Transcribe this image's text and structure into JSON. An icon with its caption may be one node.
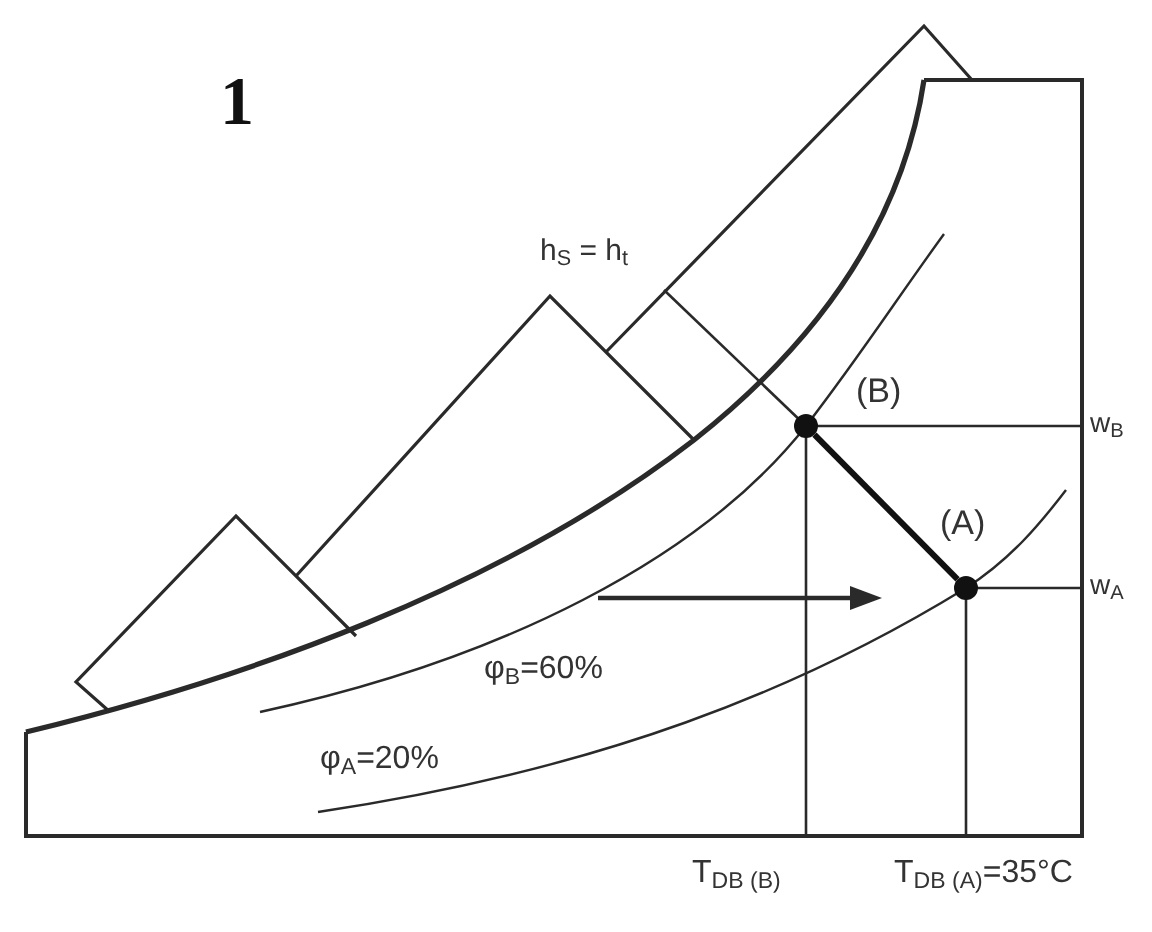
{
  "diagram": {
    "nodes": [
      {
        "text": [],
        "shape": "circle",
        "beside": [
          "(B)"
        ]
      },
      {
        "text": [],
        "shape": "circle",
        "beside": [
          "(A)"
        ]
      }
    ],
    "edges": [
      {
        "from": 0,
        "to": 1,
        "arrow": "none"
      }
    ],
    "labels": [
      "1",
      "h$_{S}$ = h$_{t}$",
      "w$_{B}$",
      "w$_{A}$",
      "φ$_{B}$=60%",
      "φ$_{A}$=20%",
      "T$_{DB (B)}$",
      "T$_{DB (A)}$=35°C"
    ]
  }
}
